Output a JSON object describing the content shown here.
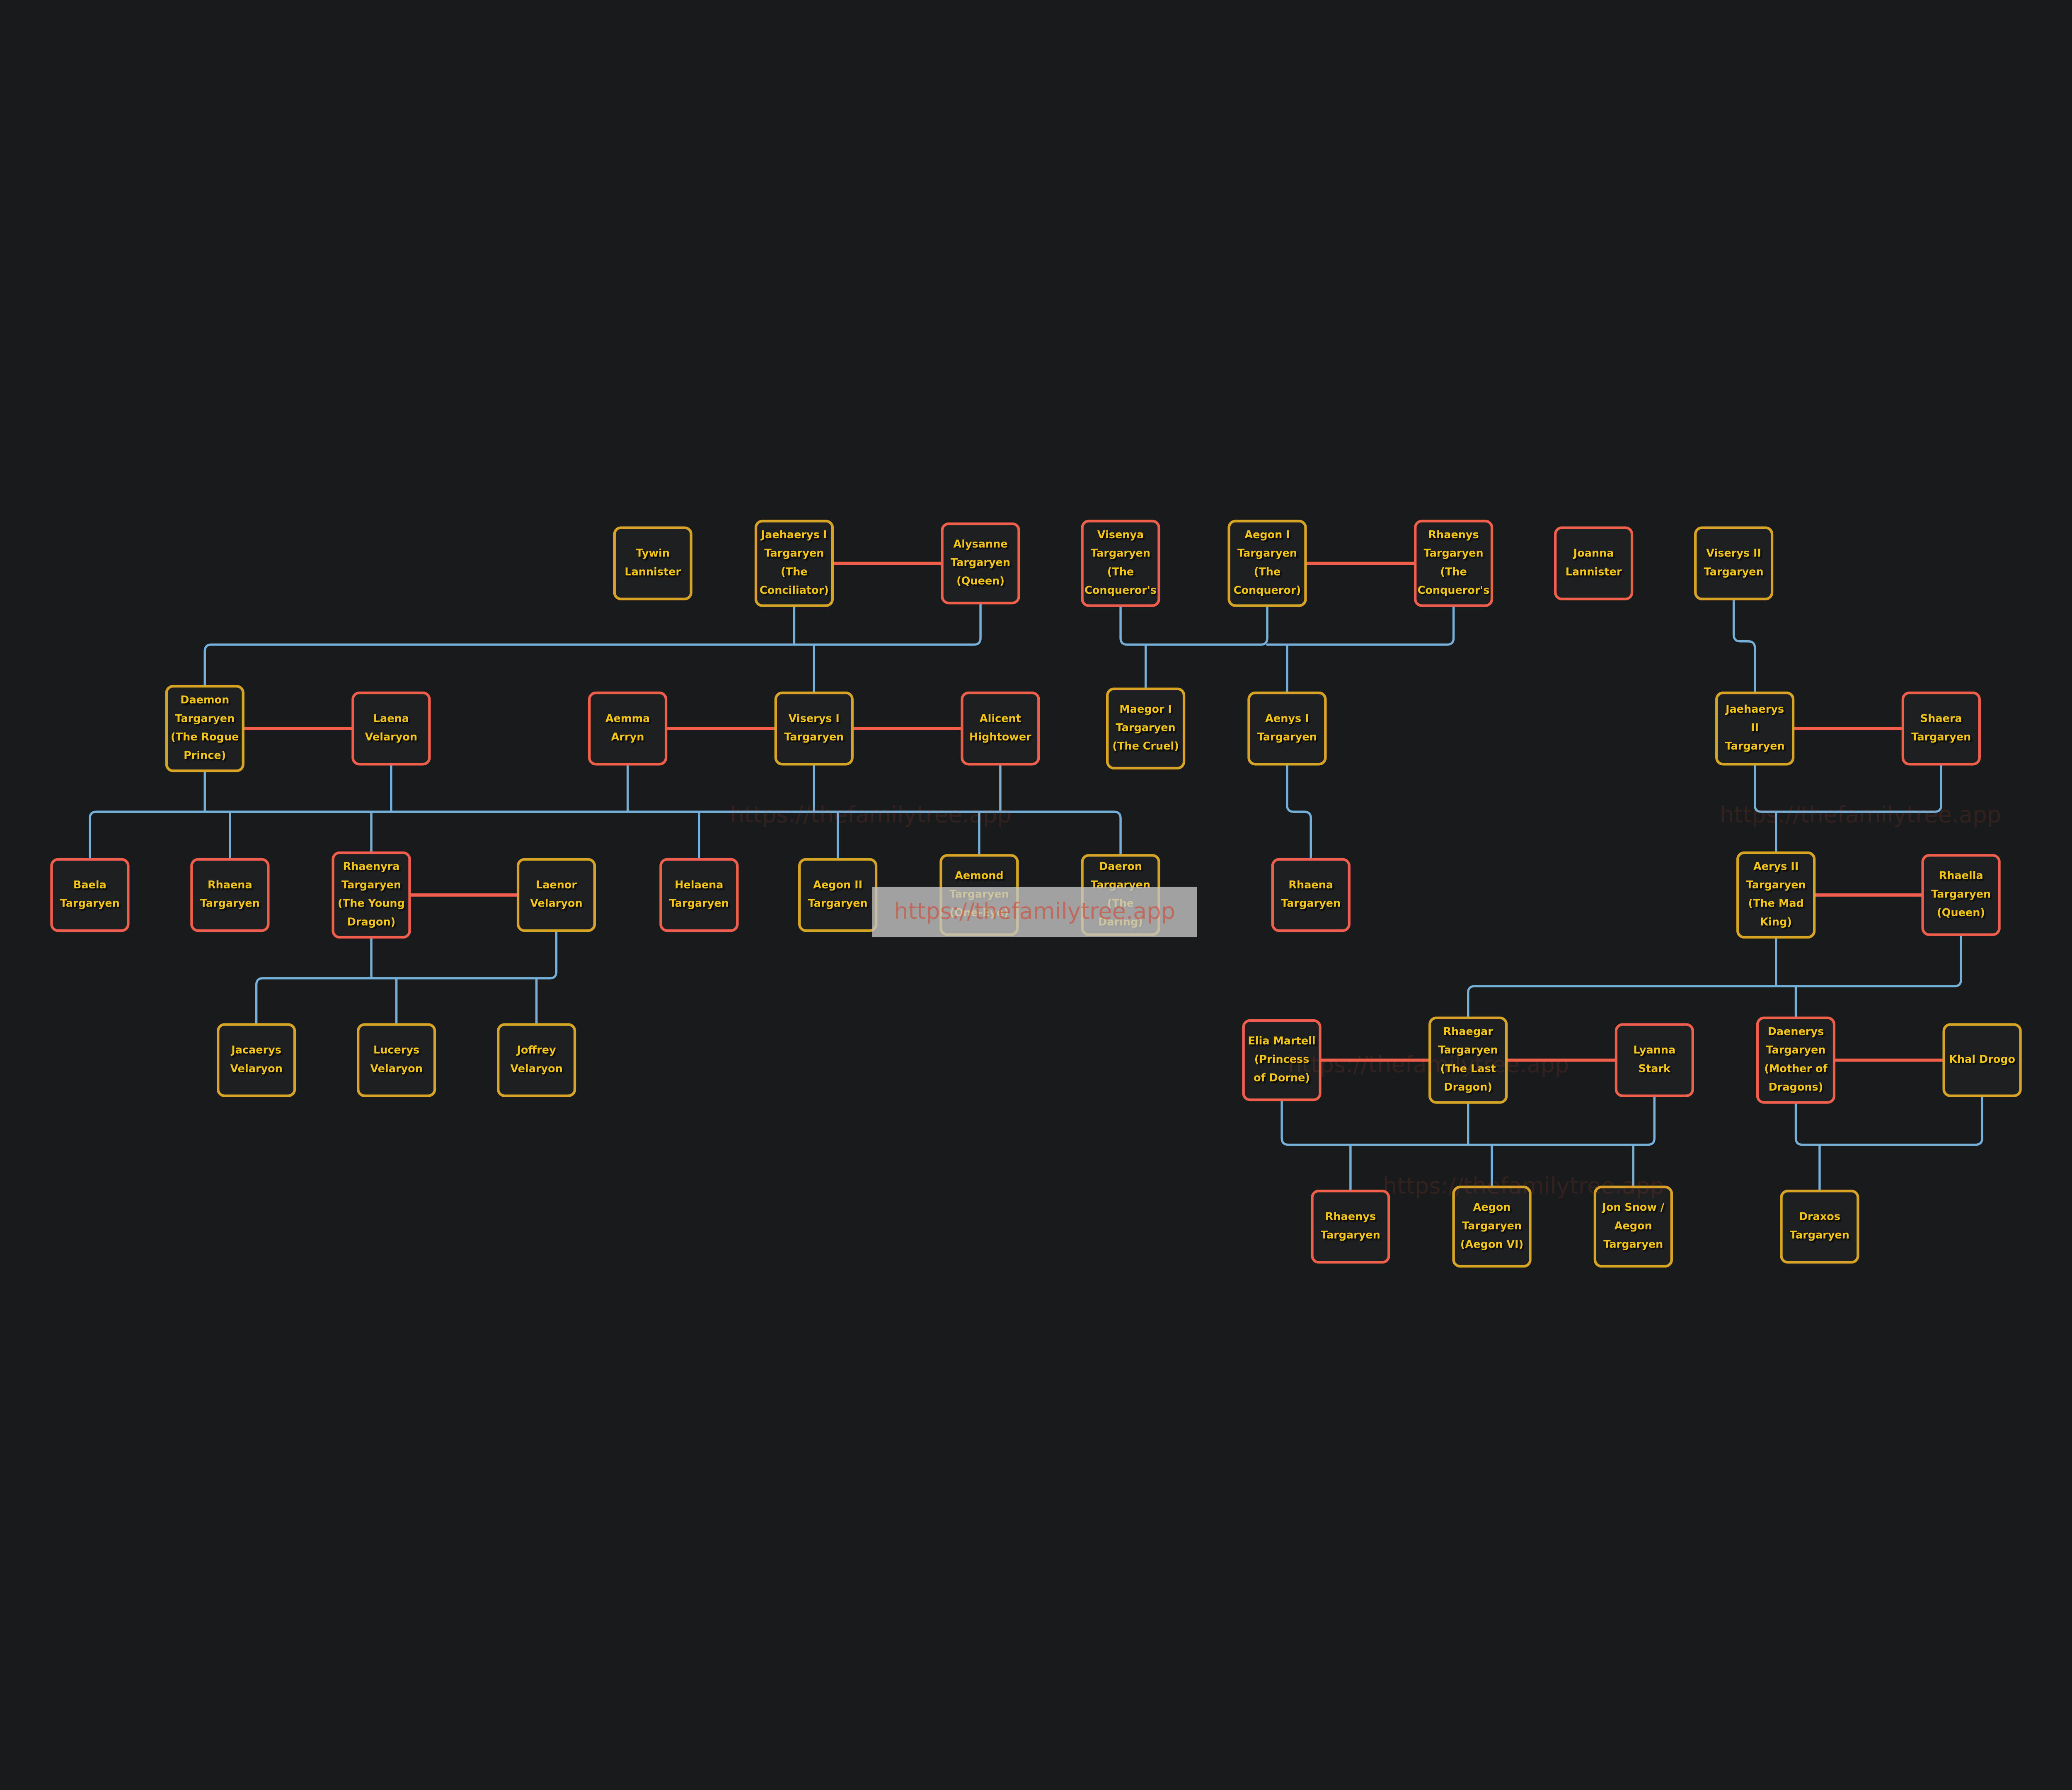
{
  "app": {
    "name": "family-tree-viewer",
    "background": "#191a1b"
  },
  "colors": {
    "background": "#191a1b",
    "node_fill": "#1e1f20",
    "male_border": "#d7a426",
    "female_border": "#ef5f4c",
    "name_text": "#f3c51a",
    "descent_line": "#74b0d9",
    "marriage_line": "#ef5f4c",
    "watermark_background": "#c3c3c3",
    "watermark_text": "#d24632"
  },
  "watermark": {
    "url": "https://thefamilytree.app"
  },
  "people": {
    "tywin": {
      "name": "Tywin Lannister"
    },
    "jaehaerys1": {
      "name": "Jaehaerys I Targaryen (The Conciliator)"
    },
    "alysanne": {
      "name": "Alysanne Targaryen (Queen)"
    },
    "visenya": {
      "name": "Visenya Targaryen (The Conqueror's"
    },
    "aegon1": {
      "name": "Aegon I Targaryen (The Conqueror)"
    },
    "rhaenys_conq": {
      "name": "Rhaenys Targaryen (The Conqueror's"
    },
    "joanna": {
      "name": "Joanna Lannister"
    },
    "viserys2": {
      "name": "Viserys II Targaryen"
    },
    "daemon": {
      "name": "Daemon Targaryen (The Rogue Prince)"
    },
    "laena": {
      "name": "Laena Velaryon"
    },
    "aemma": {
      "name": "Aemma Arryn"
    },
    "viserys1": {
      "name": "Viserys I Targaryen"
    },
    "alicent": {
      "name": "Alicent Hightower"
    },
    "maegor1": {
      "name": "Maegor I Targaryen (The Cruel)"
    },
    "aenys1": {
      "name": "Aenys I Targaryen"
    },
    "jaehaerys2": {
      "name": "Jaehaerys II Targaryen"
    },
    "shaera": {
      "name": "Shaera Targaryen"
    },
    "baela": {
      "name": "Baela Targaryen"
    },
    "rhaena_d": {
      "name": "Rhaena Targaryen"
    },
    "rhaenyra": {
      "name": "Rhaenyra Targaryen (The Young Dragon)"
    },
    "laenor": {
      "name": "Laenor Velaryon"
    },
    "helaena": {
      "name": "Helaena Targaryen"
    },
    "aegon2": {
      "name": "Aegon II Targaryen"
    },
    "aemond": {
      "name": "Aemond Targaryen (One-Eye)"
    },
    "daeron": {
      "name": "Daeron Targaryen (The Daring)"
    },
    "rhaena_a": {
      "name": "Rhaena Targaryen"
    },
    "aerys2": {
      "name": "Aerys II Targaryen (The Mad King)"
    },
    "rhaella": {
      "name": "Rhaella Targaryen (Queen)"
    },
    "jacaerys": {
      "name": "Jacaerys Velaryon"
    },
    "lucerys": {
      "name": "Lucerys Velaryon"
    },
    "joffrey": {
      "name": "Joffrey Velaryon"
    },
    "elia": {
      "name": "Elia Martell (Princess of Dorne)"
    },
    "rhaegar": {
      "name": "Rhaegar Targaryen (The Last Dragon)"
    },
    "lyanna": {
      "name": "Lyanna Stark"
    },
    "daenerys": {
      "name": "Daenerys Targaryen (Mother of Dragons)"
    },
    "khal_drogo": {
      "name": "Khal Drogo"
    },
    "rhaenys_r": {
      "name": "Rhaenys Targaryen"
    },
    "aegon6": {
      "name": "Aegon Targaryen (Aegon VI)"
    },
    "jon_snow": {
      "name": "Jon Snow / Aegon Targaryen"
    },
    "draxos": {
      "name": "Draxos Targaryen"
    }
  }
}
